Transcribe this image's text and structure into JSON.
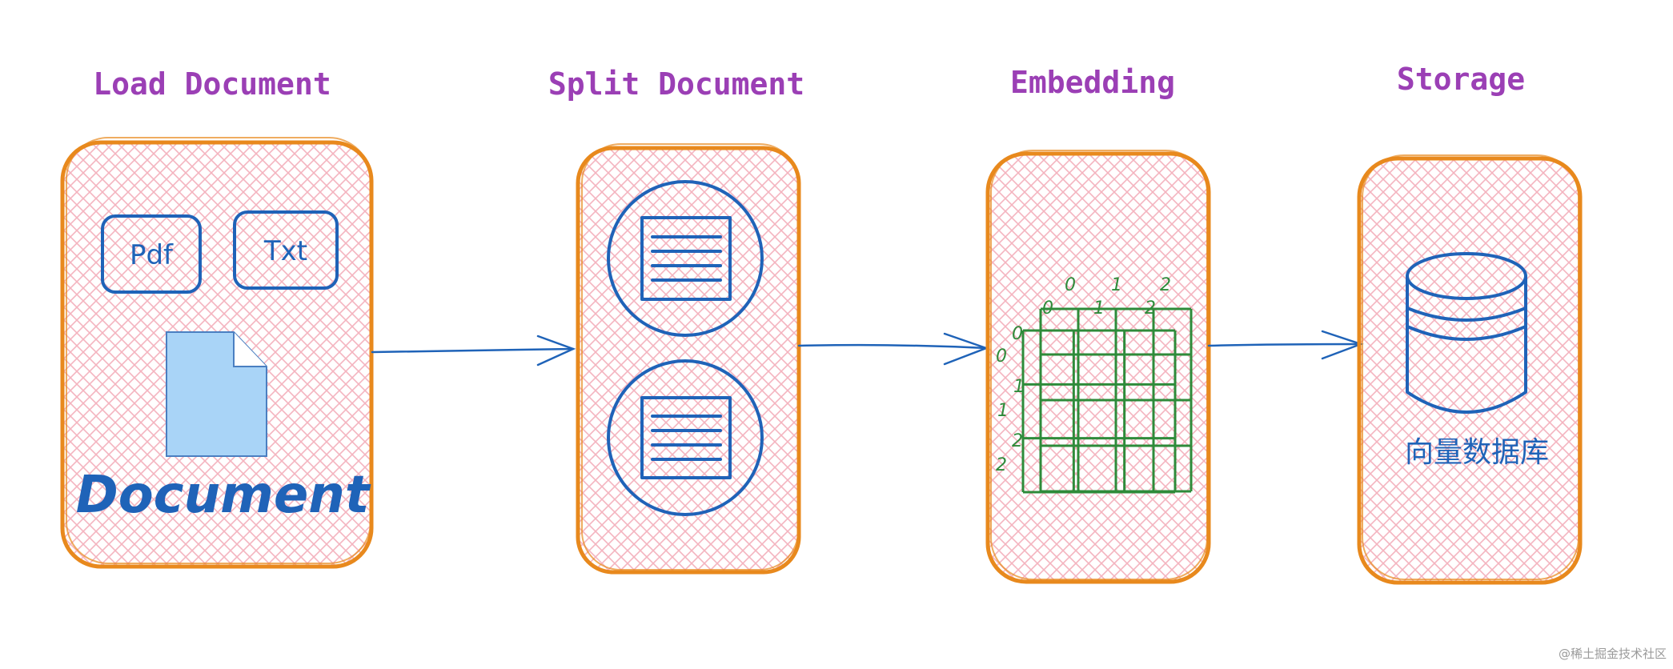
{
  "stages": [
    {
      "title": "Load Document"
    },
    {
      "title": "Split Document"
    },
    {
      "title": "Embedding"
    },
    {
      "title": "Storage"
    }
  ],
  "load": {
    "chips": [
      "Pdf",
      "Txt"
    ],
    "document_label": "Document"
  },
  "embedding": {
    "col_labels": [
      "0",
      "1",
      "2"
    ],
    "row_labels": [
      "0",
      "1",
      "2"
    ]
  },
  "storage": {
    "label": "向量数据库"
  },
  "watermark": "@稀土掘金技术社区",
  "colors": {
    "title": "#9b3fb5",
    "box_border": "#e8891d",
    "box_hatch": "#f4b4bf",
    "ink_blue": "#1f63b8",
    "doc_fill": "#a9d4f7",
    "chip_hatch": "#8fdbe6",
    "grid_green": "#2e8b3a"
  }
}
